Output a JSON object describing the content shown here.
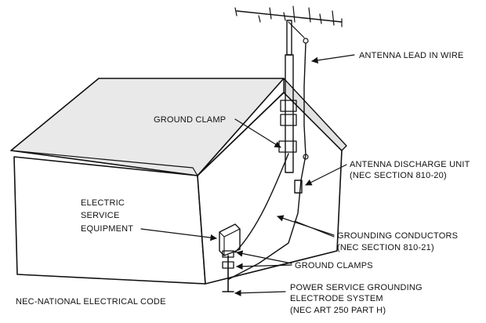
{
  "labels": {
    "antenna_lead_in_wire": "ANTENNA LEAD IN WIRE",
    "ground_clamp": "GROUND CLAMP",
    "antenna_discharge_unit_line1": "ANTENNA DISCHARGE UNIT",
    "antenna_discharge_unit_line2": "(NEC SECTION 810-20)",
    "electric_service_line1": "ELECTRIC",
    "electric_service_line2": "SERVICE",
    "electric_service_line3": "EQUIPMENT",
    "grounding_conductors_line1": "GROUNDING CONDUCTORS",
    "grounding_conductors_line2": "(NEC SECTION 810-21)",
    "ground_clamps": "GROUND CLAMPS",
    "power_service_line1": "POWER SERVICE GROUNDING",
    "power_service_line2": "ELECTRODE SYSTEM",
    "power_service_line3": "(NEC ART 250 PART H)",
    "nec_footnote": "NEC-NATIONAL ELECTRICAL CODE"
  },
  "icons": {
    "arrowheads": "arrow-head-icon",
    "antenna": "antenna-icon",
    "electrode": "ground-electrode-icon"
  },
  "colors": {
    "ink": "#111111",
    "roof_shade": "#e9e9e9",
    "side_shade": "#e2e2e2",
    "background": "#ffffff"
  }
}
